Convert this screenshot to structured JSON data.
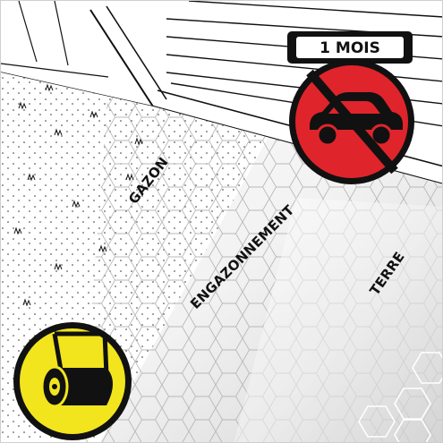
{
  "title": "",
  "zones": {
    "grass_label": "GAZON",
    "seeding_label": "ENGAZONNEMENT",
    "soil_label": "TERRE"
  },
  "warning_sign": {
    "duration_label": "1 MOIS",
    "icon": "no-car-icon",
    "meaning": "no vehicle traffic",
    "circle_color": "#e0242b"
  },
  "roller_sign": {
    "icon": "lawn-roller-icon",
    "circle_color": "#f2e51e"
  },
  "colors": {
    "ink": "#111111",
    "pattern": "#b5b5b5"
  }
}
